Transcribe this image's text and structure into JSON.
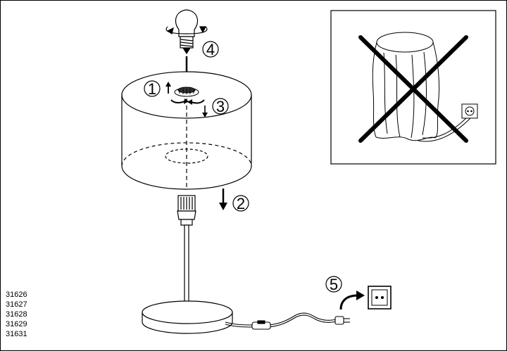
{
  "steps": [
    {
      "number": "1"
    },
    {
      "number": "2"
    },
    {
      "number": "3"
    },
    {
      "number": "4"
    },
    {
      "number": "5"
    }
  ],
  "model_numbers": [
    "31626",
    "31627",
    "31628",
    "31629",
    "31631"
  ],
  "icons": {
    "bulb": "light-bulb-icon",
    "socket": "wall-socket-icon",
    "prohibited": "cross-out-icon"
  }
}
